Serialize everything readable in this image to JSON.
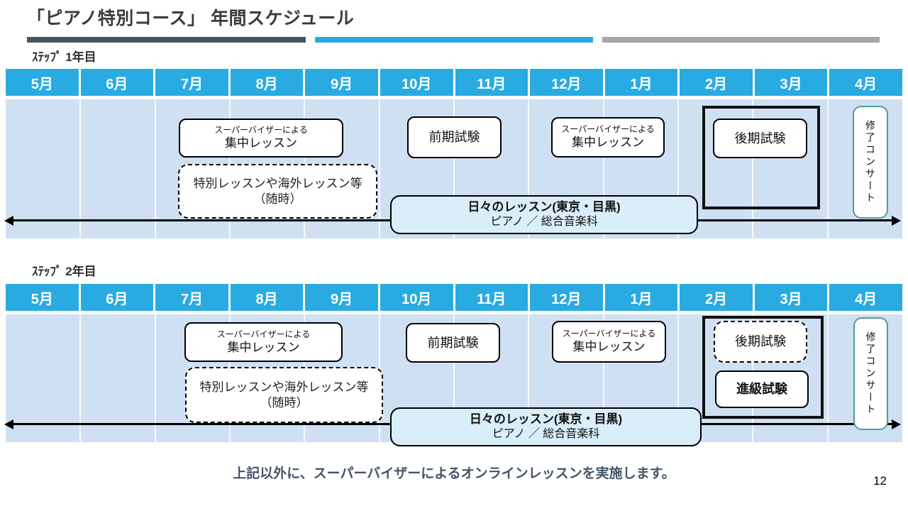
{
  "slide": {
    "title": "「ピアノ特別コース」 年間スケジュール",
    "footer_note": "上記以外に、スーパーバイザーによるオンラインレッスンを実施します。",
    "page_number": "12"
  },
  "months": [
    "5月",
    "6月",
    "7月",
    "8月",
    "9月",
    "10月",
    "11月",
    "12月",
    "1月",
    "2月",
    "3月",
    "4月"
  ],
  "colors": {
    "month_header_blue": "#29abe2",
    "timeline_body_blue": "#cfe0f2",
    "daily_lesson_fill": "#d9eef9",
    "concert_border_teal": "#4f9d97",
    "title_underline_dark": "#4a545e",
    "title_underline_blue": "#29abe2",
    "title_underline_gray": "#a6a6a6",
    "footer_note_color": "#44546a"
  },
  "sections": [
    {
      "label": "ｽﾃｯﾌﾟ 1年目",
      "supervisor_lesson_jul": {
        "line1": "スーパーバイザーによる",
        "line2": "集中レッスン"
      },
      "special_lesson": {
        "line1": "特別レッスンや海外レッスン等",
        "line2": "（随時）"
      },
      "first_term_exam": "前期試験",
      "supervisor_lesson_dec": {
        "line1": "スーパーバイザーによる",
        "line2": "集中レッスン"
      },
      "second_term_exam": "後期試験",
      "completion_concert": "修了コンサート",
      "daily_lesson": {
        "line1": "日々のレッスン(東京・目黒)",
        "line2": "ピアノ ／ 総合音楽科"
      }
    },
    {
      "label": "ｽﾃｯﾌﾟ 2年目",
      "supervisor_lesson_jul": {
        "line1": "スーパーバイザーによる",
        "line2": "集中レッスン"
      },
      "special_lesson": {
        "line1": "特別レッスンや海外レッスン等",
        "line2": "（随時）"
      },
      "first_term_exam": "前期試験",
      "supervisor_lesson_dec": {
        "line1": "スーパーバイザーによる",
        "line2": "集中レッスン"
      },
      "second_term_exam": "後期試験",
      "promotion_exam": "進級試験",
      "completion_concert": "修了コンサート",
      "daily_lesson": {
        "line1": "日々のレッスン(東京・目黒)",
        "line2": "ピアノ ／ 総合音楽科"
      }
    }
  ]
}
